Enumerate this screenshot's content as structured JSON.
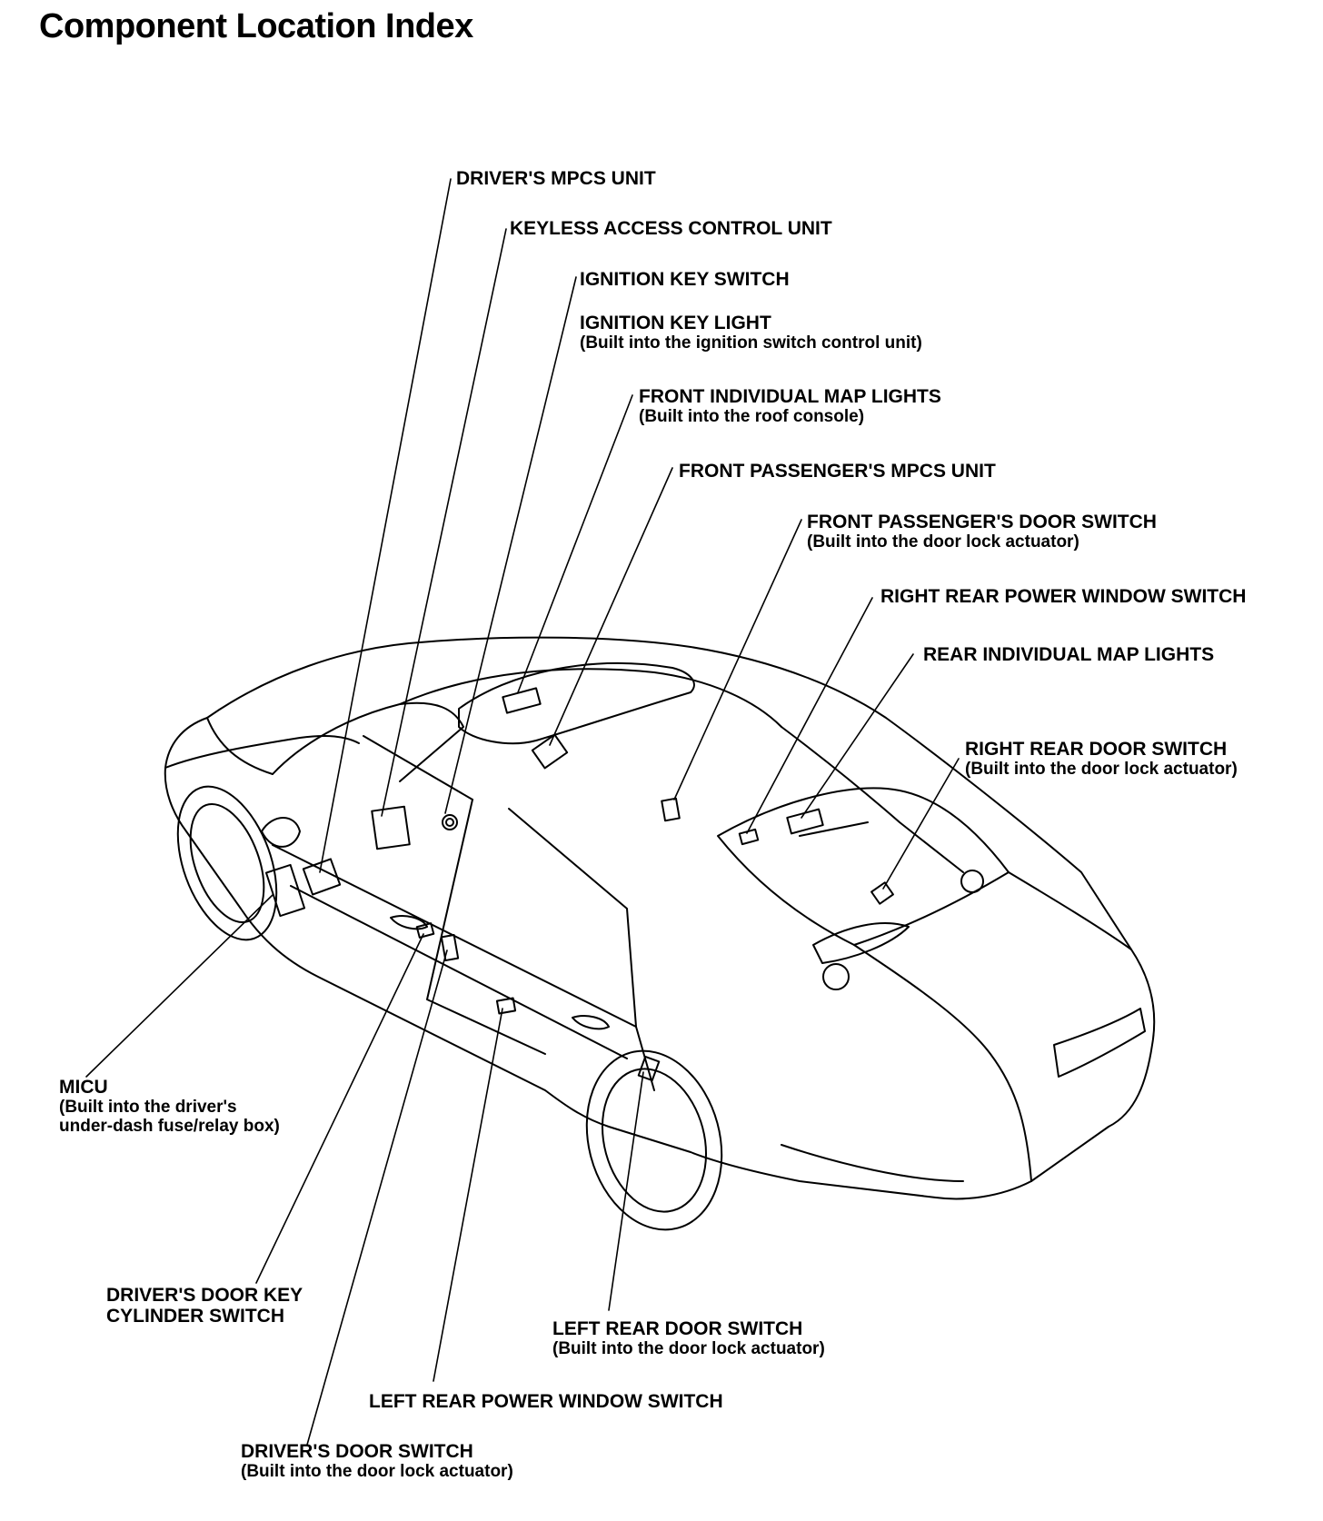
{
  "page": {
    "title": "Component Location Index"
  },
  "labels": {
    "drivers_mpcs_unit": {
      "title": "DRIVER'S MPCS UNIT"
    },
    "keyless_access_control_unit": {
      "title": "KEYLESS ACCESS CONTROL UNIT"
    },
    "ignition_key_switch": {
      "title": "IGNITION KEY SWITCH"
    },
    "ignition_key_light": {
      "title": "IGNITION KEY LIGHT",
      "note": "(Built into the ignition switch control unit)"
    },
    "front_individual_map_lights": {
      "title": "FRONT INDIVIDUAL MAP LIGHTS",
      "note": "(Built into the roof console)"
    },
    "front_passengers_mpcs_unit": {
      "title": "FRONT PASSENGER'S MPCS UNIT"
    },
    "front_passengers_door_switch": {
      "title": "FRONT PASSENGER'S DOOR SWITCH",
      "note": "(Built into the door lock actuator)"
    },
    "right_rear_power_window_switch": {
      "title": "RIGHT REAR POWER WINDOW SWITCH"
    },
    "rear_individual_map_lights": {
      "title": "REAR INDIVIDUAL MAP LIGHTS"
    },
    "right_rear_door_switch": {
      "title": "RIGHT REAR DOOR SWITCH",
      "note": "(Built into the door lock actuator)"
    },
    "micu": {
      "title": "MICU",
      "note_line1": "(Built into the driver's",
      "note_line2": "under-dash fuse/relay box)"
    },
    "drivers_door_key_cylinder_switch": {
      "title_line1": "DRIVER'S DOOR KEY",
      "title_line2": "CYLINDER SWITCH"
    },
    "left_rear_door_switch": {
      "title": "LEFT REAR DOOR SWITCH",
      "note": "(Built into the door lock actuator)"
    },
    "left_rear_power_window_switch": {
      "title": "LEFT REAR POWER WINDOW SWITCH"
    },
    "drivers_door_switch": {
      "title": "DRIVER'S DOOR SWITCH",
      "note": "(Built into the door lock actuator)"
    }
  }
}
